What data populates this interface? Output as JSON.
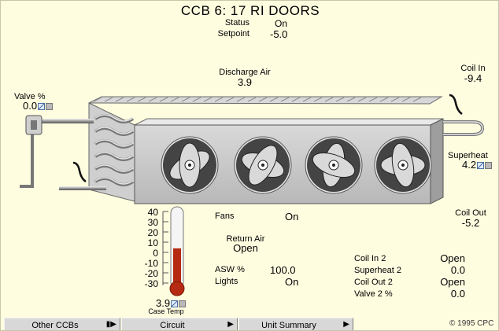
{
  "header": {
    "title": "CCB 6: 17 RI DOORS",
    "status_label": "Status",
    "status_value": "On",
    "setpoint_label": "Setpoint",
    "setpoint_value": "-5.0"
  },
  "discharge_air": {
    "label": "Discharge Air",
    "value": "3.9"
  },
  "coil_in": {
    "label": "Coil In",
    "value": "-9.4"
  },
  "valve": {
    "label": "Valve %",
    "value": "0.0"
  },
  "superheat": {
    "label": "Superheat",
    "value": "4.2"
  },
  "coil_out": {
    "label": "Coil Out",
    "value": "-5.2"
  },
  "thermometer": {
    "ticks": [
      "40",
      "30",
      "20",
      "10",
      "0",
      "-10",
      "-20",
      "-30"
    ],
    "value": "3.9",
    "label": "Case Temp",
    "level_value": 3.9,
    "scale_min": -30,
    "scale_max": 40
  },
  "status_rows": [
    {
      "label": "Fans",
      "value": "On"
    }
  ],
  "return_air": {
    "label": "Return Air",
    "value": "Open"
  },
  "asw": {
    "label": "ASW %",
    "value": "100.0"
  },
  "lights": {
    "label": "Lights",
    "value": "On"
  },
  "secondary": [
    {
      "label": "Coil In 2",
      "value": "Open"
    },
    {
      "label": "Superheat 2",
      "value": "0.0"
    },
    {
      "label": "Coil Out 2",
      "value": "Open"
    },
    {
      "label": "Valve 2 %",
      "value": "0.0"
    }
  ],
  "nav": {
    "other_ccbs": "Other CCBs",
    "circuit": "Circuit",
    "unit_summary": "Unit Summary"
  },
  "copyright": "© 1995 CPC",
  "colors": {
    "background": "#fffde0",
    "mercury": "#b52a10",
    "fan_dark": "#3c3c3c",
    "unit_face": "#cfcfcf"
  },
  "icons": [
    "graph-icon",
    "box-icon",
    "play-icon",
    "skip-icon"
  ]
}
